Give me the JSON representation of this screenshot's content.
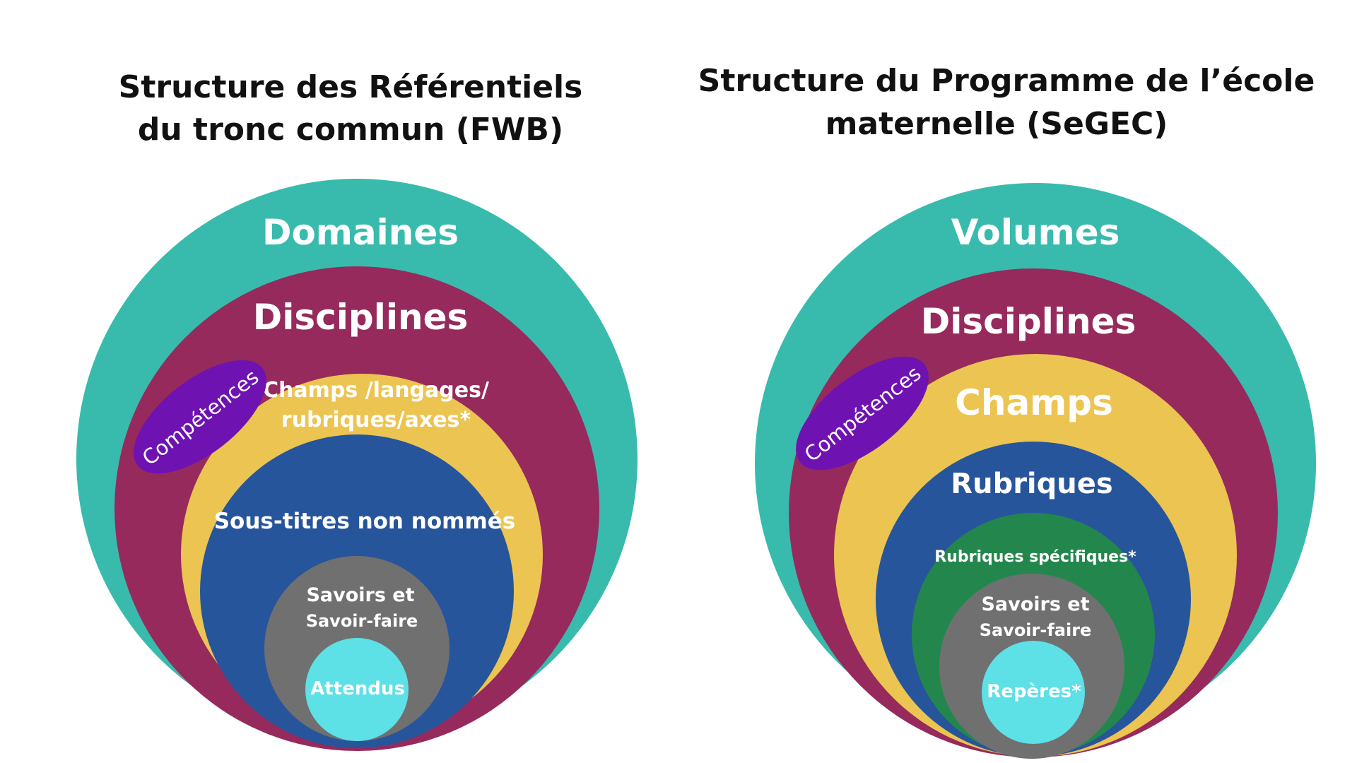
{
  "left_diagram": {
    "title_line1": "Structure des Référentiels",
    "title_line2": "du tronc commun (FWB)",
    "level_domaines": "Domaines",
    "level_disciplines": "Disciplines",
    "level_champs_line1": "Champs /langages/",
    "level_champs_line2": "rubriques/axes*",
    "level_soustitres": "Sous-titres non nommés",
    "level_savoirs_line1": "Savoirs et",
    "level_savoirs_line2": "Savoir-faire",
    "level_attendus": "Attendus",
    "competences": "Compétences"
  },
  "right_diagram": {
    "title_line1": "Structure du Programme de l’école",
    "title_line2": "maternelle  (SeGEC)",
    "level_volumes": "Volumes",
    "level_disciplines": "Disciplines",
    "level_champs": "Champs",
    "level_rubriques": "Rubriques",
    "level_rubriques_specifiques": "Rubriques spécifiques*",
    "level_savoirs_line1": "Savoirs et",
    "level_savoirs_line2": "Savoir-faire",
    "level_reperes": "Repères*",
    "competences": "Compétences"
  },
  "colors": {
    "teal": "#38BBAD",
    "maroon": "#962A5C",
    "yellow": "#ECC451",
    "blue": "#27559B",
    "green": "#23874D",
    "gray": "#707070",
    "cyan": "#5DE0E6",
    "purple": "#6F12B2"
  }
}
